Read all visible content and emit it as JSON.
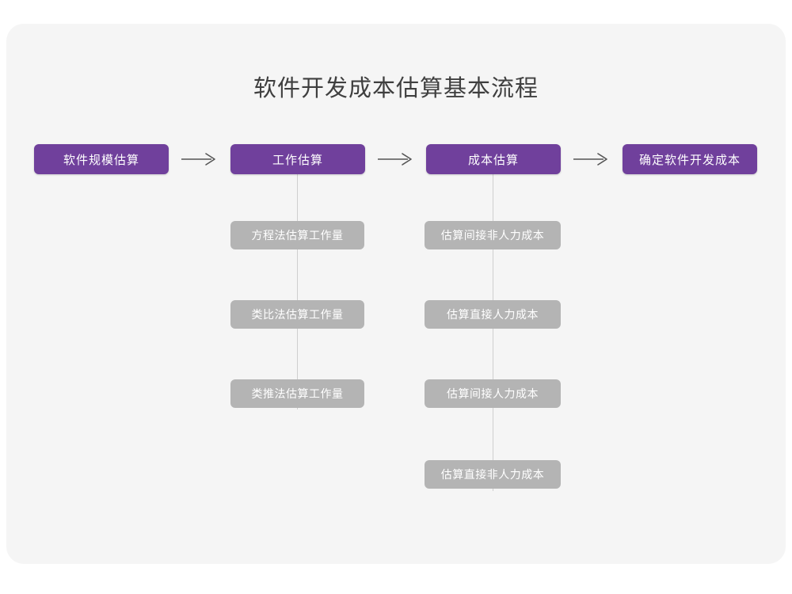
{
  "page": {
    "title": "软件开发成本估算基本流程",
    "background_color": "#ffffff",
    "card_color": "#f5f5f5",
    "primary_color": "#70409c",
    "secondary_color": "#b4b4b4",
    "connector_color": "#cfcfcf",
    "arrow_color": "#555555",
    "title_color": "#3f3f3f"
  },
  "diagram": {
    "type": "flowchart",
    "main_steps": [
      {
        "id": "step-1",
        "label": "软件规模估算"
      },
      {
        "id": "step-2",
        "label": "工作估算"
      },
      {
        "id": "step-3",
        "label": "成本估算"
      },
      {
        "id": "step-4",
        "label": "确定软件开发成本"
      }
    ],
    "arrows": [
      {
        "id": "arrow-1",
        "from": "step-1",
        "to": "step-2",
        "glyph": "→"
      },
      {
        "id": "arrow-2",
        "from": "step-2",
        "to": "step-3",
        "glyph": "→"
      },
      {
        "id": "arrow-3",
        "from": "step-3",
        "to": "step-4",
        "glyph": "→"
      }
    ],
    "sub_steps": [
      {
        "parent": "step-2",
        "items": [
          {
            "id": "sub-2-1",
            "label": "方程法估算工作量"
          },
          {
            "id": "sub-2-2",
            "label": "类比法估算工作量"
          },
          {
            "id": "sub-2-3",
            "label": "类推法估算工作量"
          }
        ]
      },
      {
        "parent": "step-3",
        "items": [
          {
            "id": "sub-3-1",
            "label": "估算间接非人力成本"
          },
          {
            "id": "sub-3-2",
            "label": "估算直接人力成本"
          },
          {
            "id": "sub-3-3",
            "label": "估算间接人力成本"
          },
          {
            "id": "sub-3-4",
            "label": "估算直接非人力成本"
          }
        ]
      }
    ]
  }
}
